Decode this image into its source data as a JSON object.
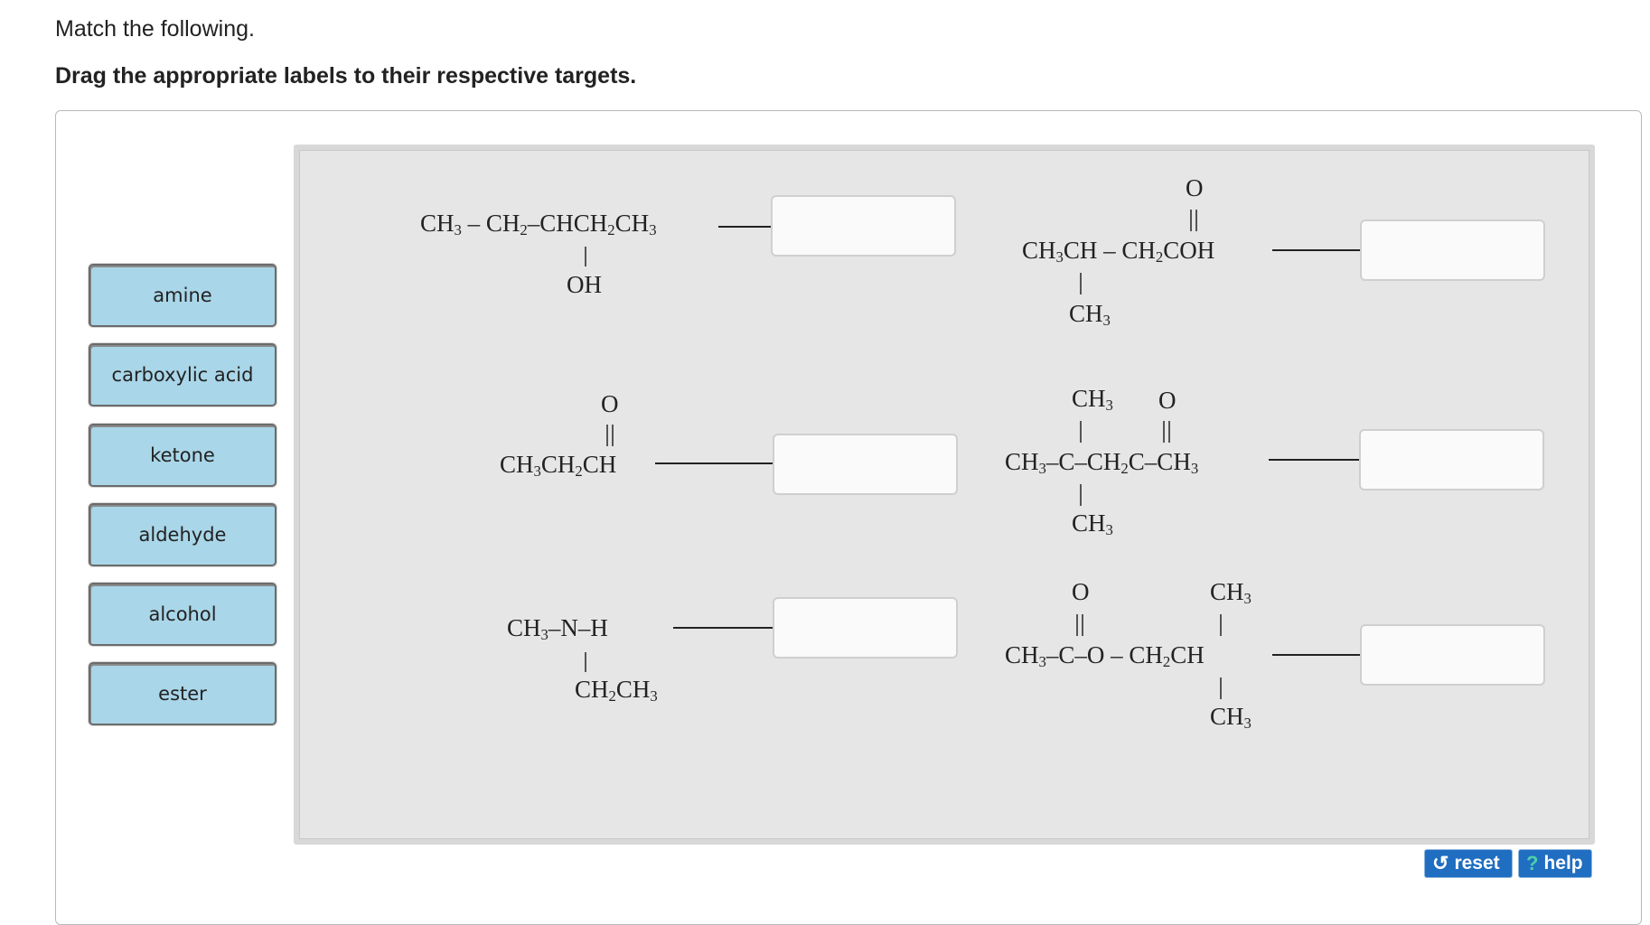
{
  "header": {
    "title": "Match the following.",
    "instruction": "Drag the appropriate labels to their respective targets."
  },
  "labels": [
    "amine",
    "carboxylic acid",
    "ketone",
    "aldehyde",
    "alcohol",
    "ester"
  ],
  "controls": {
    "reset_label": "reset",
    "help_label": "help",
    "reset_icon": "reset-icon",
    "help_icon": "help-icon"
  },
  "structures": {
    "s1": {
      "main": "CH3 – CH2–CHCH2CH3",
      "sub": "OH"
    },
    "s2": {
      "top": "O",
      "main": "CH3CH – CH2COH",
      "sub": "CH3"
    },
    "s3": {
      "top": "O",
      "main": "CH3CH2CH"
    },
    "s4": {
      "top_left": "CH3",
      "top_right": "O",
      "main": "CH3–C–CH2C–CH3",
      "sub": "CH3"
    },
    "s5": {
      "main": "CH3–N–H",
      "sub": "CH2CH3"
    },
    "s6": {
      "top_left": "O",
      "top_right": "CH3",
      "main": "CH3–C–O – CH2CH",
      "sub": "CH3"
    }
  },
  "colors": {
    "label_bg": "#a9d6e8",
    "button_bg": "#1f6ec1",
    "board_bg": "#e6e6e6"
  }
}
